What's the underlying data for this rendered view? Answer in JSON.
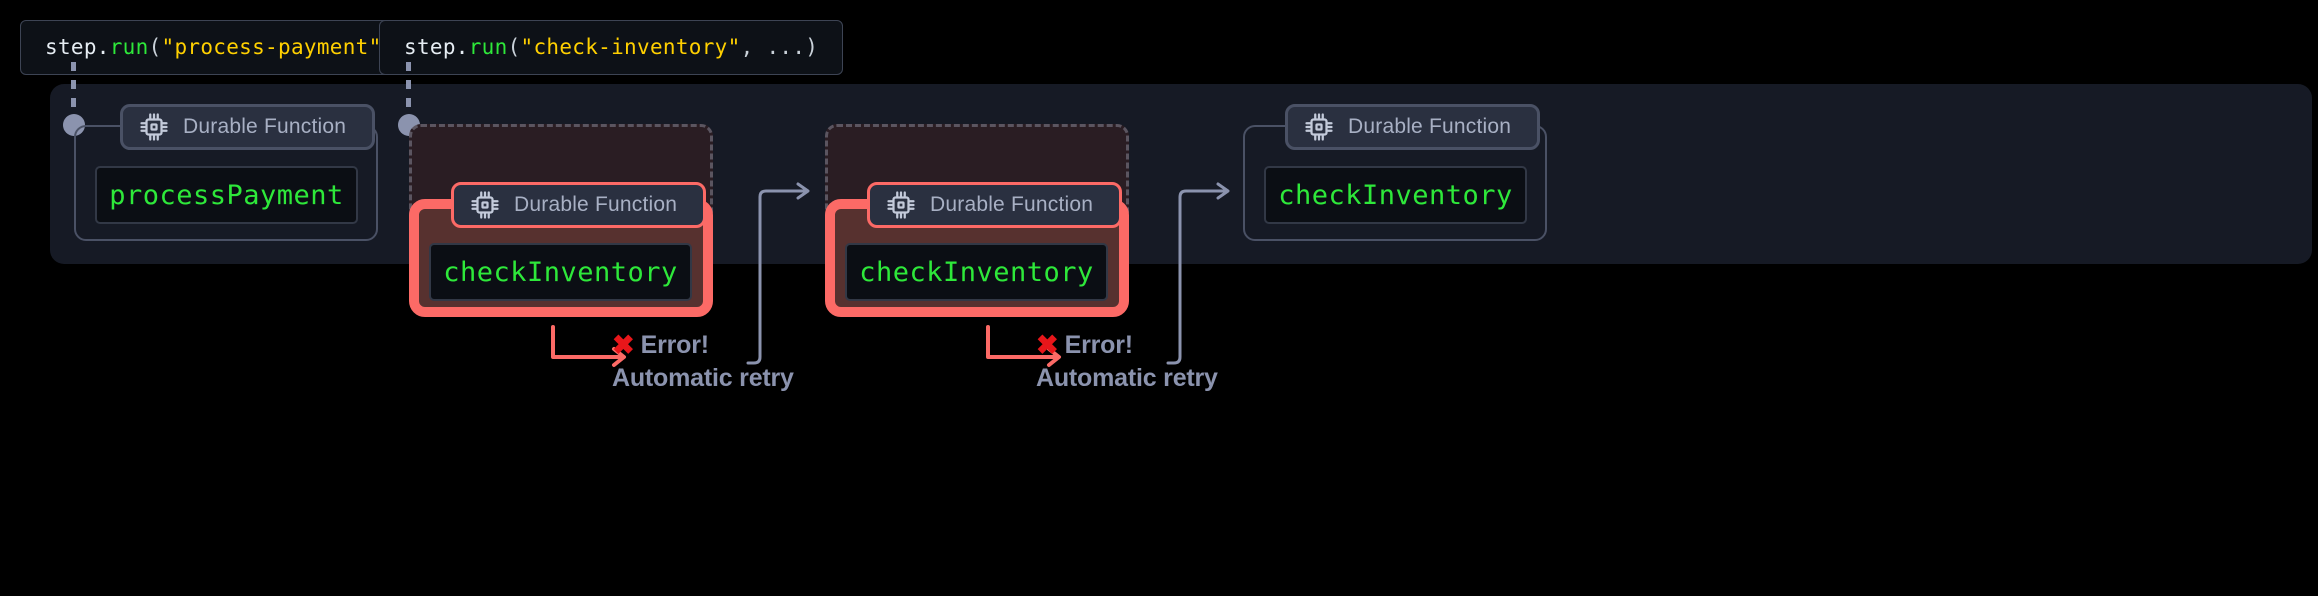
{
  "theme": {
    "background": "#000000",
    "panel_bg": "#161a25",
    "card_border": "#4a5165",
    "fail_red": "#fc6a66",
    "fail_fill": "#57312f",
    "ghost_fill": "#2a1d23",
    "ghost_border": "#5b5560",
    "code_green": "#2ee83a",
    "code_yellow": "#ffd000",
    "muted_text": "#8b93ae",
    "pill_bg": "#2a3040",
    "error_x_red": "#e8161a"
  },
  "callouts": [
    {
      "id": "callout-process-payment",
      "segments": [
        {
          "text": "step.",
          "kind": "plain"
        },
        {
          "text": "run",
          "kind": "fn"
        },
        {
          "text": "(",
          "kind": "punct"
        },
        {
          "text": "\"process-payment\"",
          "kind": "str"
        },
        {
          "text": ", ...)",
          "kind": "punct"
        }
      ]
    },
    {
      "id": "callout-check-inventory",
      "segments": [
        {
          "text": "step.",
          "kind": "plain"
        },
        {
          "text": "run",
          "kind": "fn"
        },
        {
          "text": "(",
          "kind": "punct"
        },
        {
          "text": "\"check-inventory\"",
          "kind": "str"
        },
        {
          "text": ", ...)",
          "kind": "punct"
        }
      ]
    }
  ],
  "pill": {
    "label": "Durable Function",
    "icon": "cpu-chip-icon"
  },
  "steps": [
    {
      "id": "step-process-payment",
      "state": "success",
      "pill_label": "Durable Function",
      "function_name": "processPayment"
    },
    {
      "id": "step-check-inventory-attempt-1",
      "state": "failed",
      "pill_label": "Durable Function",
      "function_name": "checkInventory"
    },
    {
      "id": "step-check-inventory-attempt-2",
      "state": "failed",
      "pill_label": "Durable Function",
      "function_name": "checkInventory"
    },
    {
      "id": "step-check-inventory-success",
      "state": "success",
      "pill_label": "Durable Function",
      "function_name": "checkInventory"
    }
  ],
  "errors": [
    {
      "id": "error-annotation-1",
      "mark": "✖",
      "title": "Error!",
      "subtitle": "Automatic retry"
    },
    {
      "id": "error-annotation-2",
      "mark": "✖",
      "title": "Error!",
      "subtitle": "Automatic retry"
    }
  ]
}
